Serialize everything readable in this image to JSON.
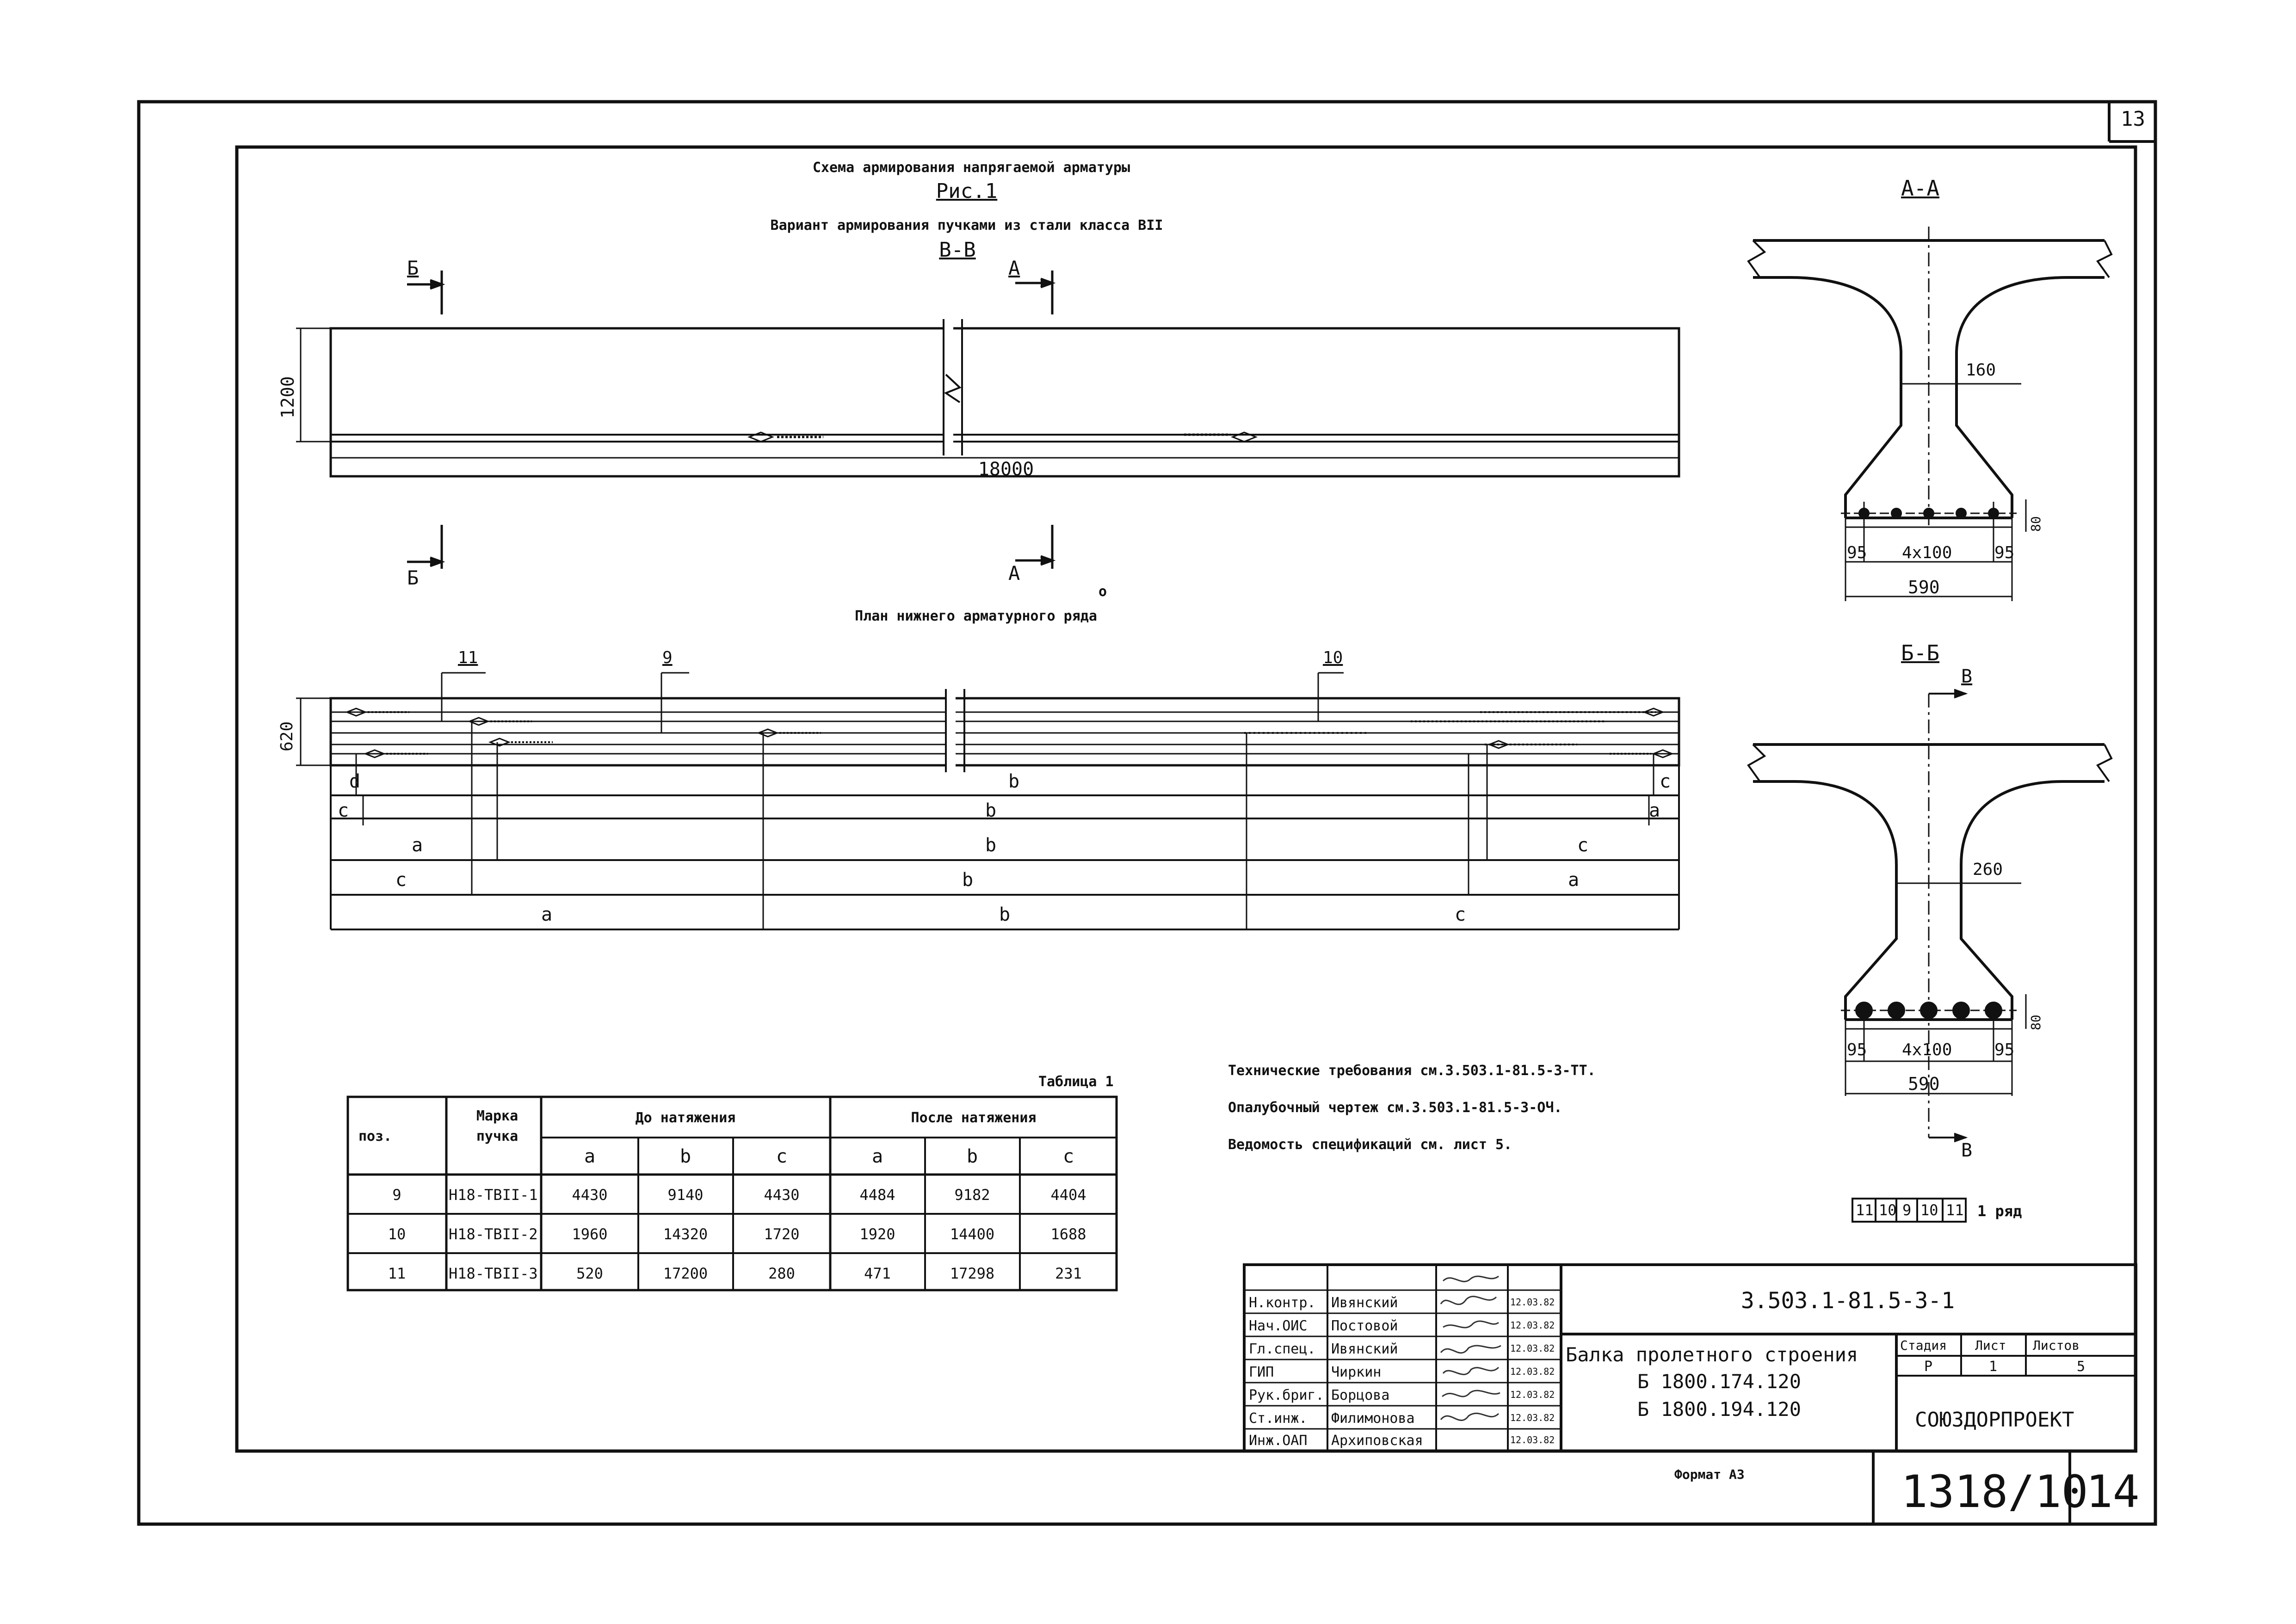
{
  "sheet": {
    "corner_number": "13",
    "figure_heading": "Схема армирования напрягаемой арматуры",
    "figure_label": "Рис.1",
    "figure_subheading": "Вариант армирования пучками из стали класса ВII",
    "section_vv": "В-В",
    "section_b": "Б",
    "section_a": "А",
    "height_1200": "1200",
    "length_18000": "18000",
    "plan_title": "План нижнего арматурного ряда",
    "plan_mark_o": "о",
    "pos_11": "11",
    "pos_9": "9",
    "pos_10": "10",
    "width_620": "620"
  },
  "plan_rows": [
    {
      "segments": [
        "d",
        "b",
        "c"
      ]
    },
    {
      "segments": [
        "c",
        "b",
        "a"
      ]
    },
    {
      "segments": [
        "a",
        "b",
        "c"
      ]
    },
    {
      "segments": [
        "c",
        "b",
        "a"
      ]
    },
    {
      "segments": [
        "a",
        "b",
        "c"
      ]
    }
  ],
  "section_aa": {
    "title": "А-А",
    "web": "160",
    "height": "80",
    "left": "95",
    "mid": "4x100",
    "right": "95",
    "total": "590"
  },
  "section_bb": {
    "title": "Б-Б",
    "arrow_label": "В",
    "web": "260",
    "height": "80",
    "left": "95",
    "mid": "4x100",
    "right": "95",
    "total": "590"
  },
  "row_legend": {
    "cells": [
      "11",
      "10",
      "9",
      "10",
      "11"
    ],
    "label": "1 ряд"
  },
  "table": {
    "caption": "Таблица 1",
    "header_pos": "поз.",
    "header_mark": "Марка пучка",
    "header_before": "До натяжения",
    "header_after": "После натяжения",
    "sub_headers": [
      "a",
      "b",
      "c",
      "a",
      "b",
      "c"
    ],
    "rows": [
      {
        "pos": "9",
        "mark": "Н18-ТВII-1",
        "vals": [
          "4430",
          "9140",
          "4430",
          "4484",
          "9182",
          "4404"
        ]
      },
      {
        "pos": "10",
        "mark": "Н18-ТВII-2",
        "vals": [
          "1960",
          "14320",
          "1720",
          "1920",
          "14400",
          "1688"
        ]
      },
      {
        "pos": "11",
        "mark": "Н18-ТВII-3",
        "vals": [
          "520",
          "17200",
          "280",
          "471",
          "17298",
          "231"
        ]
      }
    ]
  },
  "notes": [
    "Технические требования см.3.503.1-81.5-3-ТТ.",
    "Опалубочный чертеж см.3.503.1-81.5-3-ОЧ.",
    "Ведомость спецификаций см. лист 5."
  ],
  "title_block": {
    "doc_code": "3.503.1-81.5-3-1",
    "title_line1": "Балка пролетного строения",
    "title_line2": "Б 1800.174.120",
    "title_line3": "Б 1800.194.120",
    "stage_label": "Стадия",
    "sheet_label": "Лист",
    "sheets_label": "Листов",
    "stage": "Р",
    "sheet": "1",
    "sheets": "5",
    "org": "СОЮЗДОРПРОЕКТ",
    "roles": [
      {
        "role": "Н.контр.",
        "name": "Ивянский",
        "date": "12.03.82"
      },
      {
        "role": "Нач.ОИС",
        "name": "Постовой",
        "date": "12.03.82"
      },
      {
        "role": "Гл.спец.",
        "name": "Ивянский",
        "date": "12.03.82"
      },
      {
        "role": "ГИП",
        "name": "Чиркин",
        "date": "12.03.82"
      },
      {
        "role": "Рук.бриг.",
        "name": "Борцова",
        "date": "12.03.82"
      },
      {
        "role": "Ст.инж.",
        "name": "Филимонова",
        "date": "12.03.82"
      },
      {
        "role": "Инж.ОАП",
        "name": "Архиповская",
        "date": "12.03.82"
      }
    ],
    "format": "Формат А3",
    "bottom_code": "1318/10",
    "bottom_sheet": "14"
  }
}
